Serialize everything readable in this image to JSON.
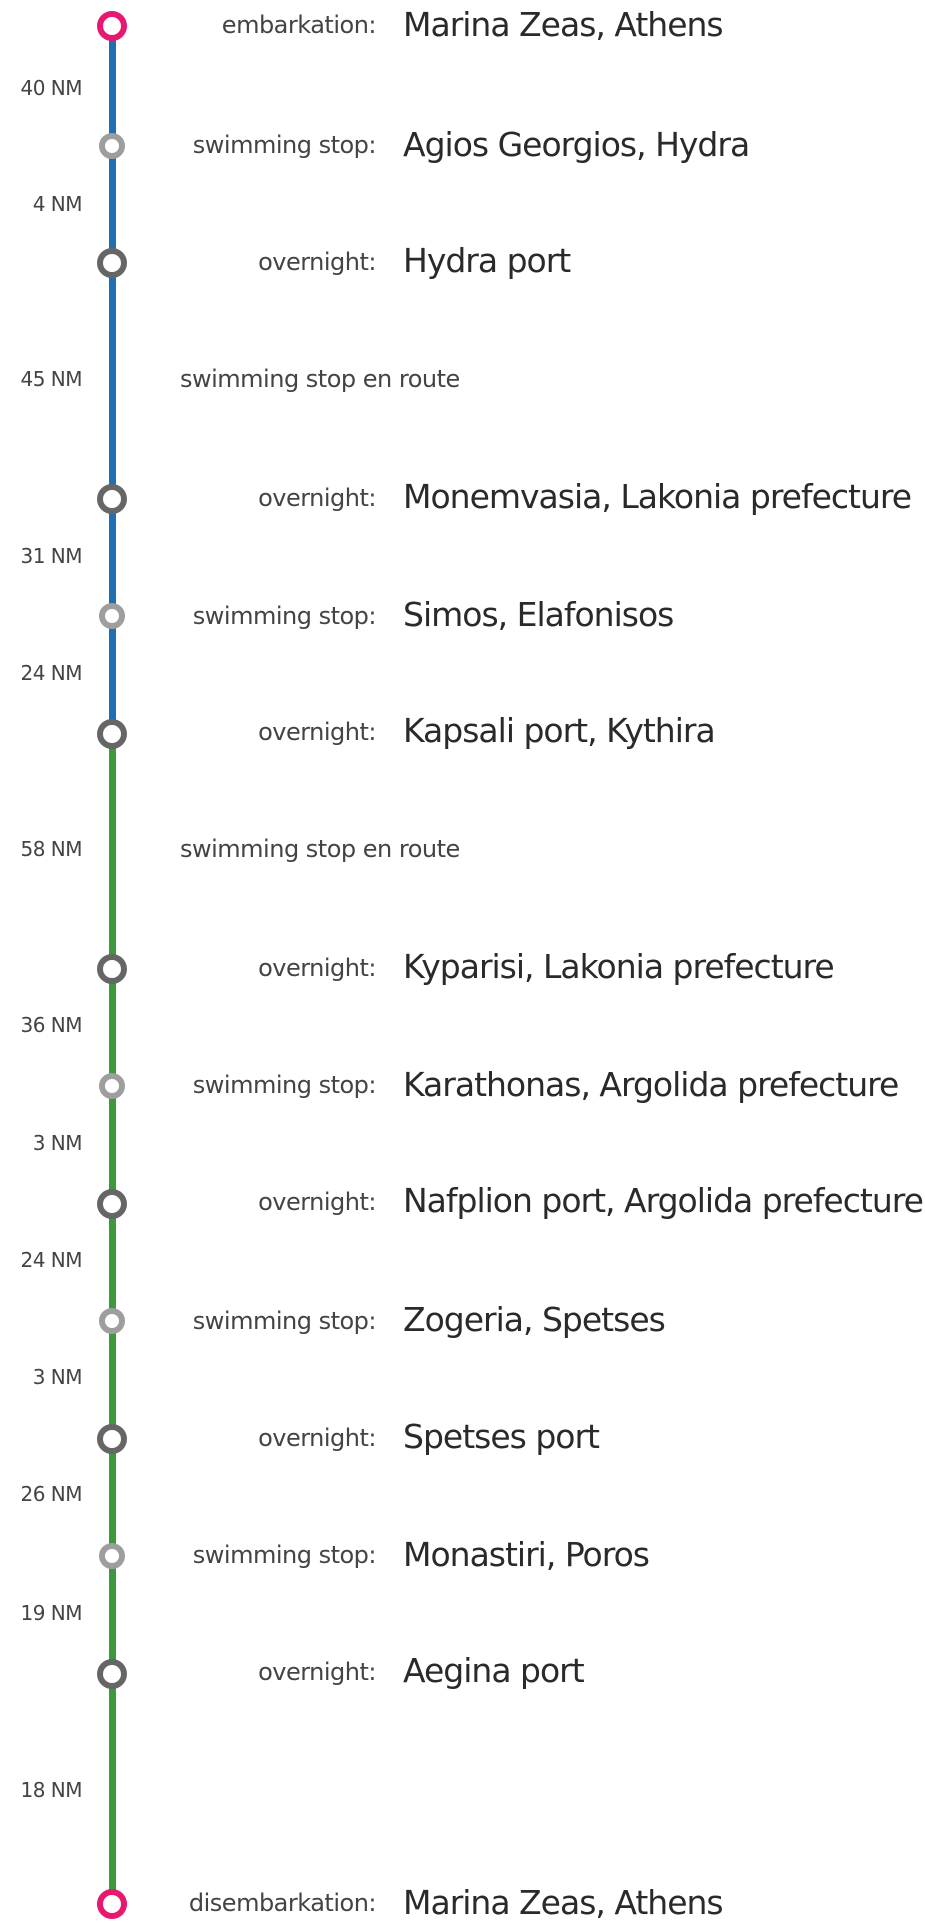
{
  "colors": {
    "leg1_line": "#1f6fb2",
    "leg2_line": "#3c9a3c",
    "endpoint_marker": "#e6186f",
    "overnight_marker": "#666666",
    "swim_marker": "#9e9e9e"
  },
  "stops": [
    {
      "kind": "endpoint",
      "label": "embarkation:",
      "place": "Marina Zeas,  Athens"
    },
    {
      "kind": "swim",
      "label": "swimming stop:",
      "place": "Agios Georgios, Hydra"
    },
    {
      "kind": "overnight",
      "label": "overnight:",
      "place": "Hydra port"
    },
    {
      "kind": "note",
      "label": "swimming stop en route",
      "place": ""
    },
    {
      "kind": "overnight",
      "label": "overnight:",
      "place": "Monemvasia, Lakonia prefecture"
    },
    {
      "kind": "swim",
      "label": "swimming stop:",
      "place": "Simos, Elafonisos"
    },
    {
      "kind": "overnight",
      "label": "overnight:",
      "place": "Kapsali port, Kythira"
    },
    {
      "kind": "note",
      "label": "swimming stop en route",
      "place": ""
    },
    {
      "kind": "overnight",
      "label": "overnight:",
      "place": "Kyparisi, Lakonia prefecture"
    },
    {
      "kind": "swim",
      "label": "swimming stop:",
      "place": "Karathonas, Argolida prefecture"
    },
    {
      "kind": "overnight",
      "label": "overnight:",
      "place": "Nafplion port, Argolida prefecture"
    },
    {
      "kind": "swim",
      "label": "swimming stop:",
      "place": "Zogeria, Spetses"
    },
    {
      "kind": "overnight",
      "label": "overnight:",
      "place": "Spetses port"
    },
    {
      "kind": "swim",
      "label": "swimming stop:",
      "place": "Monastiri, Poros"
    },
    {
      "kind": "overnight",
      "label": "overnight:",
      "place": "Aegina port"
    },
    {
      "kind": "endpoint",
      "label": "disembarkation:",
      "place": "Marina Zeas, Athens"
    }
  ],
  "distances": [
    "40 NM",
    "4 NM",
    "45 NM",
    "31 NM",
    "24 NM",
    "58 NM",
    "36 NM",
    "3 NM",
    "24 NM",
    "3 NM",
    "26 NM",
    "19 NM",
    "18 NM"
  ]
}
